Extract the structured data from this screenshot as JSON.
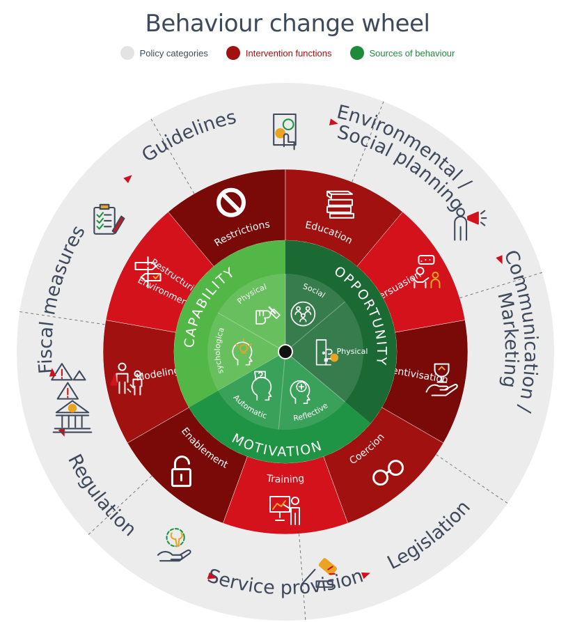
{
  "title": "Behaviour change wheel",
  "legend": [
    {
      "label": "Policy categories",
      "color": "#e3e3e3",
      "text_color": "#3e4a5c"
    },
    {
      "label": "Intervention functions",
      "color": "#a0110f",
      "text_color": "#a0110f"
    },
    {
      "label": "Sources of behaviour",
      "color": "#1e8a3c",
      "text_color": "#1e8a3c"
    }
  ],
  "colors": {
    "outer_ring": "#ececec",
    "outer_divider": "#777777",
    "policy_text": "#3e4a5c",
    "arrow": "#d0101e",
    "red_dark": "#7a0a08",
    "red_mid": "#a0110f",
    "red_bright": "#d3121c",
    "capability": "#52b747",
    "opportunity": "#1b6a34",
    "motivation": "#1e9444",
    "icon_accent": "#e9a423",
    "icon_line": "#3e4a5c"
  },
  "policy_categories": [
    {
      "label": "Guidelines",
      "icon": "clipboard-checklist-icon"
    },
    {
      "label": "Environmental / Social planning",
      "icon": "document-gears-icon"
    },
    {
      "label": "Communication / Marketing",
      "icon": "megaphone-person-icon"
    },
    {
      "label": "Legislation",
      "icon": "gavel-icon"
    },
    {
      "label": "Service provision",
      "icon": "hand-wrench-icon"
    },
    {
      "label": "Regulation",
      "icon": "warning-signs-icon"
    },
    {
      "label": "Fiscal measures",
      "icon": "bank-icon"
    }
  ],
  "intervention_functions": [
    {
      "label": "Restrictions",
      "icon": "prohibition-icon",
      "shade": "red_dark"
    },
    {
      "label": "Education",
      "icon": "books-icon",
      "shade": "red_mid"
    },
    {
      "label": "Persuasion",
      "icon": "speaking-person-icon",
      "shade": "red_bright"
    },
    {
      "label": "Incentivisation",
      "icon": "trophy-hand-icon",
      "shade": "red_dark"
    },
    {
      "label": "Coercion",
      "icon": "handcuffs-icon",
      "shade": "red_mid"
    },
    {
      "label": "Training",
      "icon": "presentation-icon",
      "shade": "red_bright"
    },
    {
      "label": "Enablement",
      "icon": "open-padlock-icon",
      "shade": "red_dark"
    },
    {
      "label": "Modeling",
      "icon": "people-modeling-icon",
      "shade": "red_mid"
    },
    {
      "label": "Environmental Restructuring",
      "icon": "signpost-icon",
      "shade": "red_bright"
    }
  ],
  "sources": [
    {
      "label": "CAPABILITY",
      "color": "capability",
      "subs": [
        {
          "label": "Physical",
          "icon": "fist-dumbbell-icon"
        },
        {
          "label": "Psychological",
          "icon": "head-lightbulb-icon"
        }
      ]
    },
    {
      "label": "OPPORTUNITY",
      "color": "opportunity",
      "subs": [
        {
          "label": "Social",
          "icon": "people-group-icon"
        },
        {
          "label": "Physical",
          "icon": "door-key-icon"
        }
      ]
    },
    {
      "label": "MOTIVATION",
      "color": "motivation",
      "subs": [
        {
          "label": "Reflective",
          "icon": "head-brain-icon"
        },
        {
          "label": "Automatic",
          "icon": "head-question-icon"
        }
      ]
    }
  ]
}
